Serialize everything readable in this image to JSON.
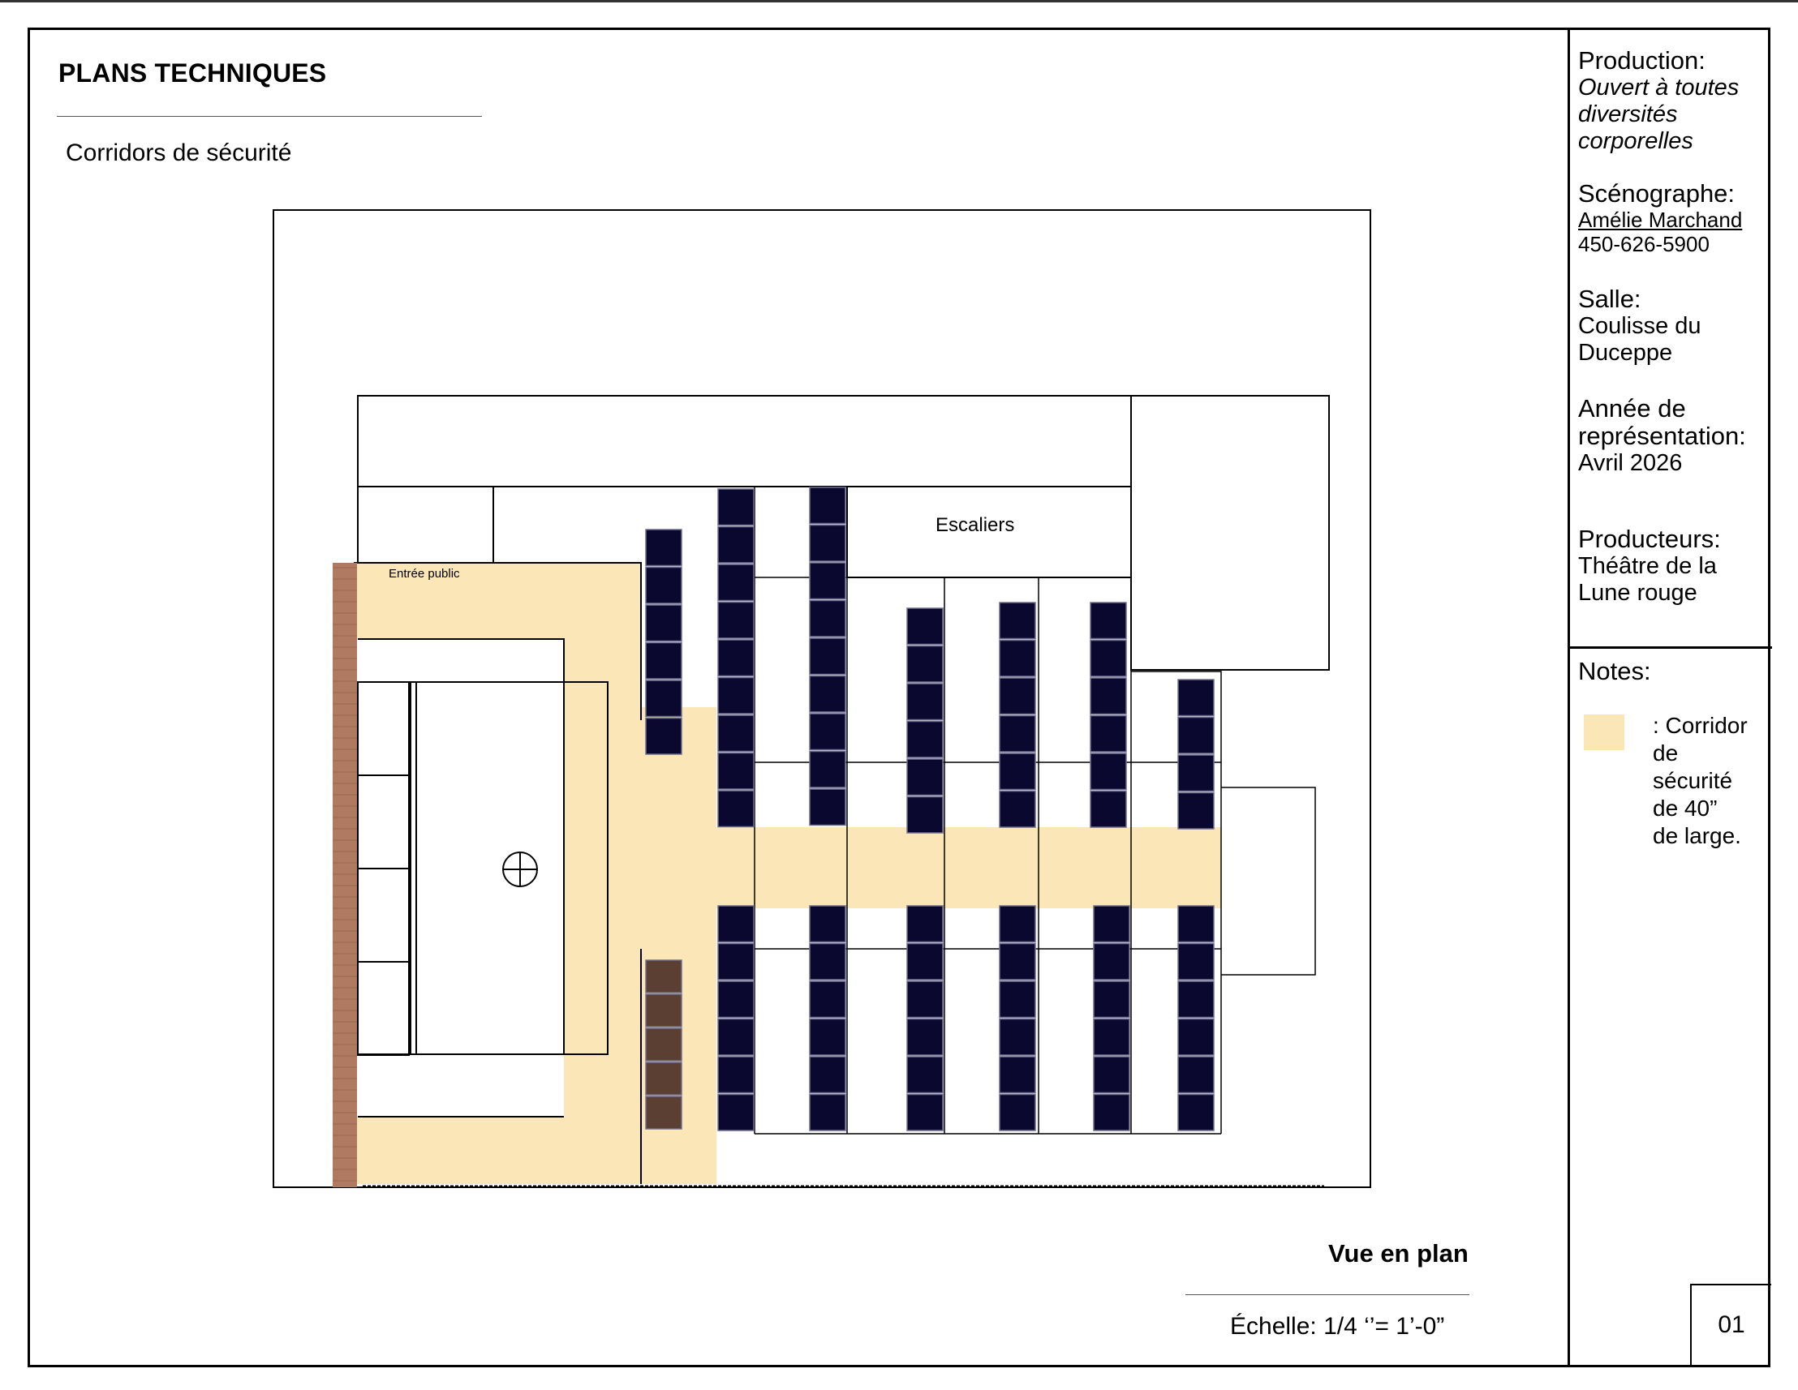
{
  "header": {
    "sheet_title": "PLANS TECHNIQUES",
    "subtitle": "Corridors de sécurité"
  },
  "plan": {
    "label_entry": "Entrée public",
    "label_stairs": "Escaliers",
    "view_title": "Vue en plan",
    "scale": "Échelle:  1/4 ‘’= 1’-0”"
  },
  "sidebar": {
    "production_label": "Production:",
    "production_value": [
      "Ouvert à toutes",
      "diversités",
      "corporelles"
    ],
    "designer_label": "Scénographe:",
    "designer_name": "Amélie Marchand",
    "designer_phone": "450-626-5900",
    "venue_label": "Salle:",
    "venue_value": [
      "Coulisse du",
      "Duceppe"
    ],
    "year_label": [
      "Année de",
      "représentation:"
    ],
    "year_value": "Avril 2026",
    "producers_label": "Producteurs:",
    "producers_value": [
      "Théâtre de la",
      "Lune rouge"
    ],
    "notes_label": "Notes:",
    "legend_text": [
      ": Corridor",
      "de",
      "sécurité",
      "de 40”",
      "de large."
    ]
  },
  "page_number": "01",
  "colors": {
    "corridor": "#fbe6b8",
    "seat": "#0b0830",
    "wall_brick": "#b07a62",
    "seat_brown": "#5a3f32"
  }
}
